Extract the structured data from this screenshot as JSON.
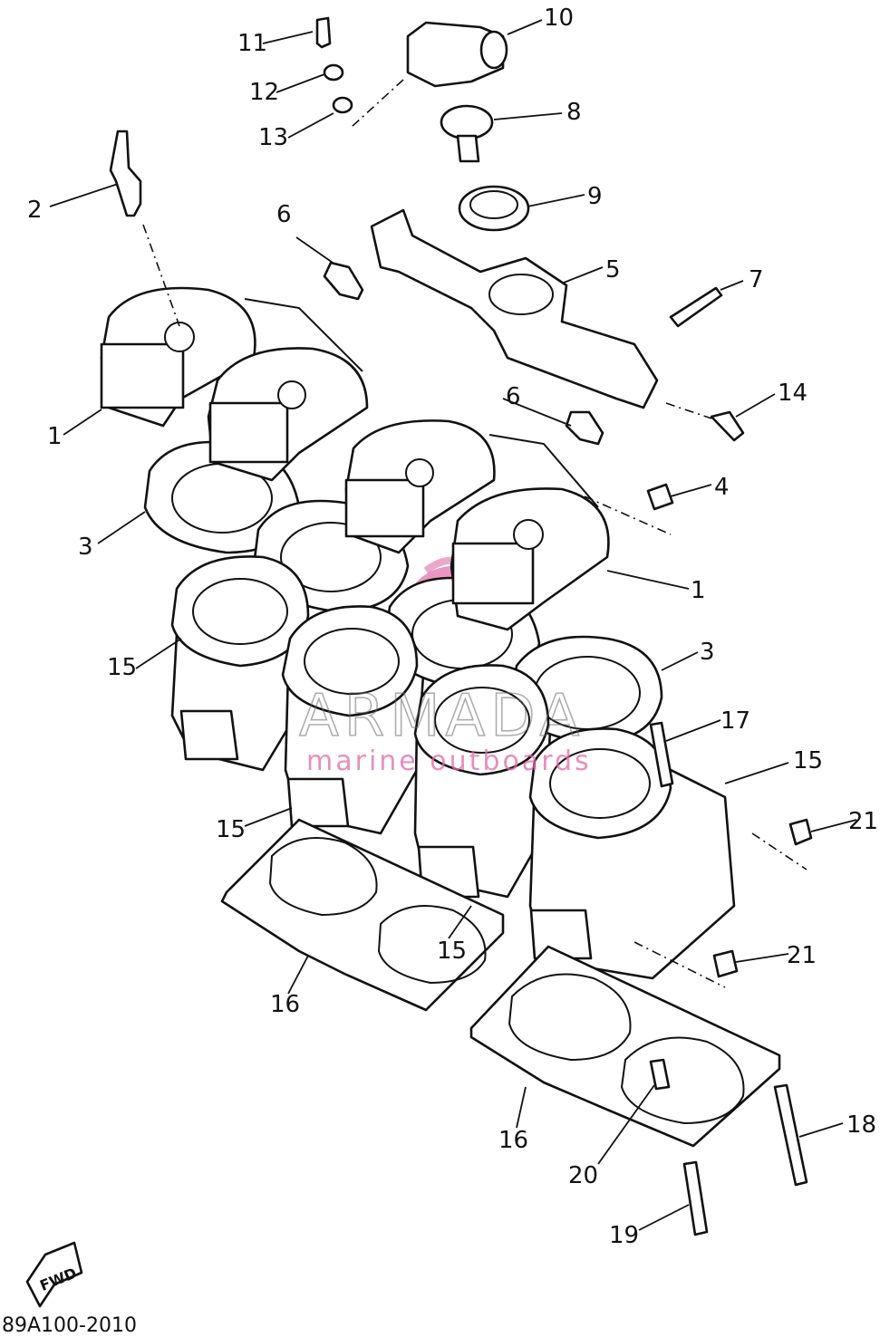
{
  "diagram": {
    "callouts": [
      "1",
      "1",
      "2",
      "3",
      "3",
      "4",
      "5",
      "6",
      "6",
      "7",
      "8",
      "9",
      "10",
      "11",
      "12",
      "13",
      "14",
      "15",
      "15",
      "15",
      "15",
      "16",
      "16",
      "17",
      "18",
      "19",
      "20",
      "21",
      "21"
    ],
    "fwd_label": "FWD",
    "diagram_code": "89A100-2010"
  },
  "watermark": {
    "brand": "ARMADA",
    "tagline": "marine outboards",
    "accent_color": "#e06aa8"
  }
}
